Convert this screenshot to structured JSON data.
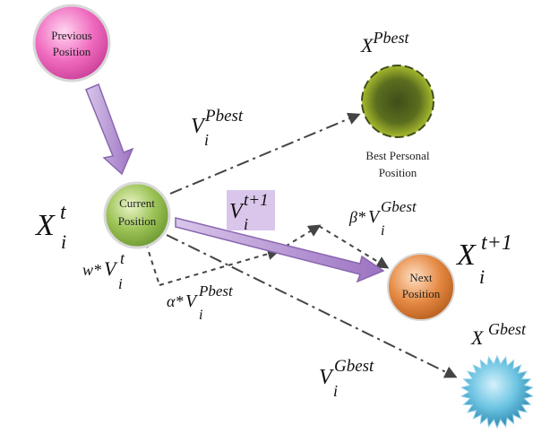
{
  "nodes": {
    "previous": {
      "line1": "Previous",
      "line2": "Position"
    },
    "current": {
      "line1": "Current",
      "line2": "Position"
    },
    "next": {
      "line1": "Next",
      "line2": "Position"
    },
    "pbest_caption": {
      "line1": "Best Personal",
      "line2": "Position"
    }
  },
  "labels": {
    "x_pbest": {
      "base": "X",
      "sup": "Pbest"
    },
    "x_gbest": {
      "base": "X",
      "sup": "Gbest"
    },
    "x_i_t": {
      "base": "X",
      "sup": "t",
      "sub": "i"
    },
    "x_i_t1": {
      "base": "X",
      "sup": "t+1",
      "sub": "i"
    },
    "v_pbest": {
      "base": "V",
      "sup": "Pbest",
      "sub": "i"
    },
    "v_gbest": {
      "base": "V",
      "sup": "Gbest",
      "sub": "i"
    },
    "v_t1": {
      "base": "V",
      "sup": "t+1",
      "sub": "i"
    },
    "w_vt": {
      "prefix": "w*",
      "base": "V",
      "sup": "t",
      "sub": "i"
    },
    "alpha_v": {
      "prefix": "α*",
      "base": "V",
      "sup": "Pbest",
      "sub": "i"
    },
    "beta_v": {
      "prefix": "β*",
      "base": "V",
      "sup": "Gbest",
      "sub": "i"
    }
  },
  "colors": {
    "previous": "#f06cc0",
    "current": "#9bc255",
    "pbest": "#5b6d1e",
    "next": "#e58a44",
    "gbest": "#4fb3d6",
    "arrow_purple": "#b597cf",
    "dash": "#444444"
  }
}
